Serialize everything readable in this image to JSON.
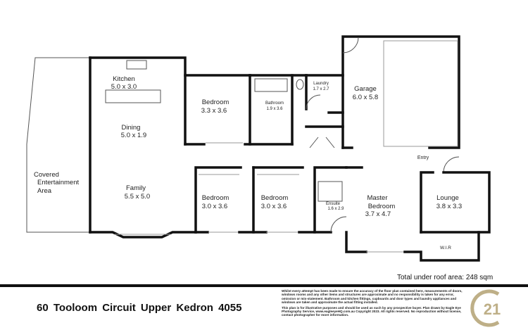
{
  "rooms": {
    "kitchen": {
      "name": "Kitchen",
      "size": "5.0 x 3.0"
    },
    "dining": {
      "name": "Dining",
      "size": "5.0 x 1.9"
    },
    "family": {
      "name": "Family",
      "size": "5.5 x 5.0"
    },
    "covered": {
      "name_line1": "Covered",
      "name_line2": "Entertainment",
      "name_line3": "Area"
    },
    "bedroom1": {
      "name": "Bedroom",
      "size": "3.3 x 3.6"
    },
    "bathroom": {
      "name": "Bathroom",
      "size": "1.9 x 3.6"
    },
    "laundry": {
      "name": "Laundry",
      "size": "1.7 x 2.7"
    },
    "garage": {
      "name": "Garage",
      "size": "6.0 x 5.8"
    },
    "entry": {
      "name": "Entry"
    },
    "bedroom2": {
      "name": "Bedroom",
      "size": "3.0 x 3.6"
    },
    "bedroom3": {
      "name": "Bedroom",
      "size": "3.0 x 3.6"
    },
    "ensuite": {
      "name": "Ensuite",
      "size": "1.6 x 2.9"
    },
    "master": {
      "name_line1": "Master",
      "name_line2": "Bedroom",
      "size": "3.7 x 4.7"
    },
    "lounge": {
      "name": "Lounge",
      "size": "3.8 x 3.3"
    },
    "wir": {
      "name": "W.I.R"
    }
  },
  "total_area": "Total under roof area: 248 sqm",
  "address": "60 Tooloom Circuit  Upper Kedron  4055",
  "disclaimer": {
    "p1": "Whilst every attempt has been made to ensure the accuracy of the floor plan contained here, measurements of doors, windows rooms and any other items and structures are approximate and no responsibility is taken for any error, omission or mis-statement. Bathroom and kitchen fittings, cupboards and door types and laundry appliances and windows are taken and approximate the actual fitting installed.",
    "p2": "This plan is for illustrative purposes and should be used as such by any prospective buyer. Plan drawn by Eagle Eye Photography Service, www.eagleeyeHQ.com.au Copyright 2023. All rights reserved. No reproduction without license, contact photographer for more information."
  },
  "logo": {
    "text": "21",
    "color": "#beaf87"
  }
}
